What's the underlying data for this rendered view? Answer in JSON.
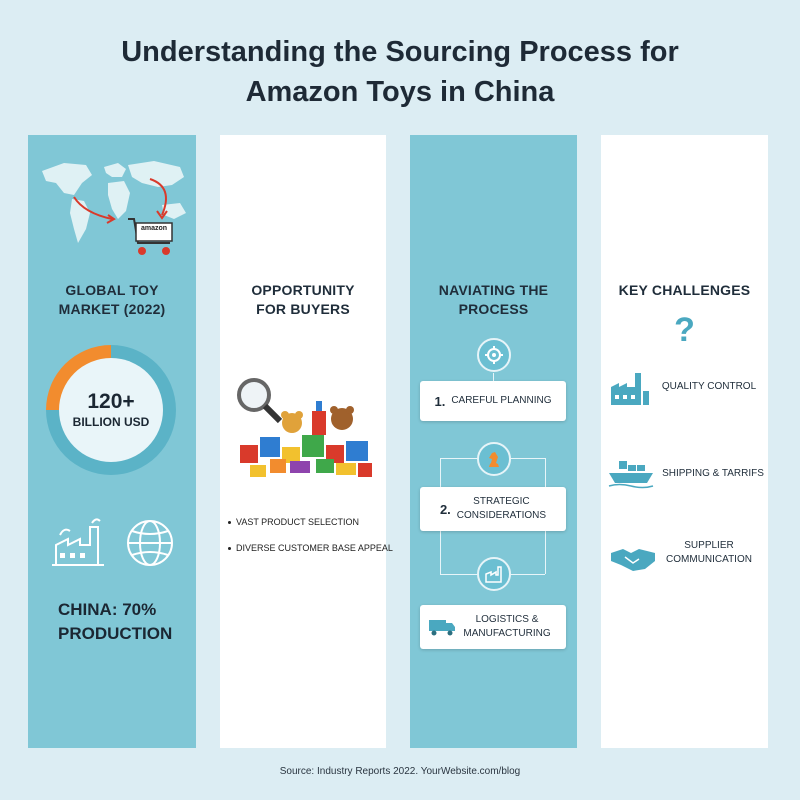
{
  "title": "Understanding the Sourcing Process for Amazon Toys in China",
  "title_line1": "Understanding the Sourcing Process for",
  "title_line2": "Amazon Toys in China",
  "colors": {
    "background": "#dcedf3",
    "teal_panel": "#80c7d6",
    "white_panel": "#ffffff",
    "accent_orange": "#f28c2e",
    "accent_red": "#d93a2b"
  },
  "market": {
    "heading_line1": "GLOBAL TOY",
    "heading_line2": "MARKET (2022)",
    "value": "120+",
    "unit": "BILLION USD",
    "ring_fraction_orange": 0.25,
    "china_line1": "CHINA: 70%",
    "china_line2": "PRODUCTION",
    "cart_brand": "amazon",
    "icons": [
      "world-map-icon",
      "shopping-cart-icon",
      "factory-icon",
      "globe-icon"
    ]
  },
  "opportunity": {
    "heading_line1": "OPPORTUNITY",
    "heading_line2": "FOR BUYERS",
    "bullets": [
      "VAST PRODUCT SELECTION",
      "DIVERSE CUSTOMER BASE APPEAL"
    ],
    "icons": [
      "magnifying-glass-icon",
      "toy-pile-icon"
    ]
  },
  "process": {
    "heading_line1": "NAVIATING THE",
    "heading_line2": "PROCESS",
    "steps": [
      {
        "num": "1.",
        "line1": "CAREFUL PLANNING",
        "line2": ""
      },
      {
        "num": "2.",
        "line1": "STRATEGIC",
        "line2": "CONSIDERATIONS"
      },
      {
        "num": "",
        "line1": "LOGISTICS &",
        "line2": "MANUFACTURING"
      }
    ],
    "icons": [
      "gear-icon",
      "chess-knight-icon",
      "factory-icon",
      "truck-icon"
    ]
  },
  "challenges": {
    "heading": "KEY CHALLENGES",
    "question_mark": "?",
    "items": [
      {
        "line1": "QUALITY CONTROL",
        "line2": "",
        "icon": "factory-icon"
      },
      {
        "line1": "SHIPPING & TARRIFS",
        "line2": "",
        "icon": "cargo-ship-icon"
      },
      {
        "line1": "SUPPLIER",
        "line2": "COMMUNICATION",
        "icon": "handshake-icon"
      }
    ]
  },
  "source": "Source: Industry Reports 2022. YourWebsite.com/blog"
}
